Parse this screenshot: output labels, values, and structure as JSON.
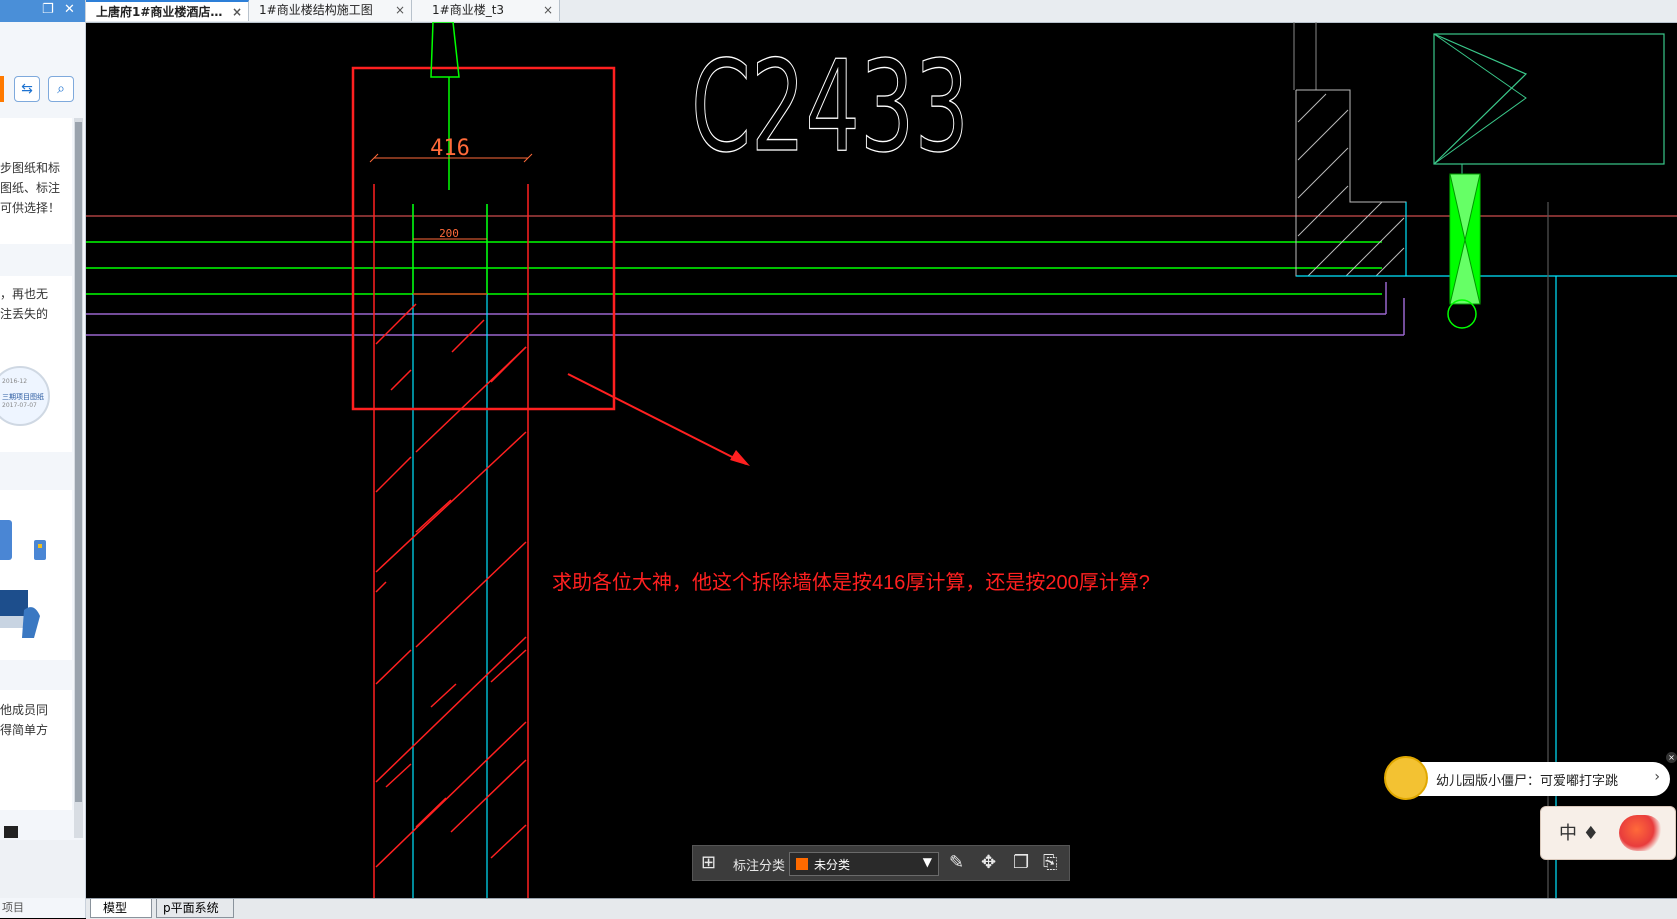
{
  "tabs": [
    {
      "label": "上唐府1#商业楼酒店…",
      "active": true
    },
    {
      "label": "1#商业楼结构施工图",
      "active": false
    },
    {
      "label": "1#商业楼_t3",
      "active": false
    }
  ],
  "tab_close": "×",
  "left_panel": {
    "text_lines_1": [
      "步图纸和标",
      "图纸、标注",
      "可供选择！"
    ],
    "text_lines_2": [
      "，再也无",
      "注丢失的"
    ],
    "text_lines_3": [
      "他成员同",
      "得简单方"
    ],
    "thumb_lines": [
      "三期项目图纸",
      "2017-07-07",
      "2016-12"
    ],
    "bottom_text": "项目"
  },
  "drawing": {
    "block_label": "C2433",
    "dim_outer": "416",
    "dim_inner": "200",
    "question": "求助各位大神，他这个拆除墙体是按416厚计算，还是按200厚计算?"
  },
  "annot_toolbar": {
    "label": "标注分类",
    "select_value": "未分类",
    "swatch_color": "#ff6a00"
  },
  "notification": {
    "text": "幼儿园版小僵尸：可爱嘟打字跳",
    "chevron": "›"
  },
  "ime": {
    "text": "中 ♦"
  },
  "bottom_tabs": [
    "模型",
    "p平面系统"
  ],
  "colors": {
    "red": "#ff2020",
    "green": "#00ff00",
    "cyan": "#00e5ff",
    "purple": "#9966cc",
    "white": "#ffffff"
  }
}
